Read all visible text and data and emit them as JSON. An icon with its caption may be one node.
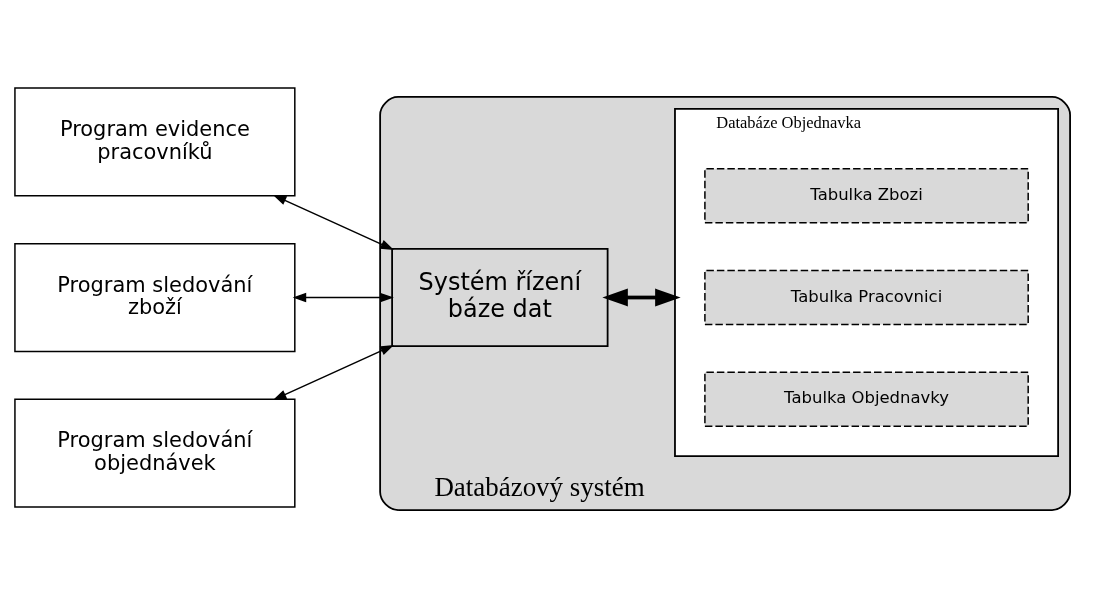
{
  "diagram": {
    "nodes": [
      {
        "text": [
          "Databázový systém"
        ]
      },
      {
        "text": [
          "Program evidence pracovníků"
        ]
      },
      {
        "text": [
          "Program sledování zboží"
        ]
      },
      {
        "text": [
          "Program sledování objednávek"
        ]
      },
      {
        "text": [
          "Systém řízení báze dat"
        ],
        "in": 0
      },
      {
        "text": [
          "Databáze Objednavka"
        ],
        "in": 0
      },
      {
        "text": [
          "Tabulka Zbozi"
        ],
        "in": 5
      },
      {
        "text": [
          "Tabulka Pracovnici"
        ],
        "in": 5
      },
      {
        "text": [
          "Tabulka Objednavky"
        ],
        "in": 5
      }
    ],
    "edges": [
      {
        "from": 1,
        "to": 4,
        "arrow": "both"
      },
      {
        "from": 2,
        "to": 4,
        "arrow": "both"
      },
      {
        "from": 3,
        "to": 4,
        "arrow": "both"
      },
      {
        "from": 4,
        "to": 5,
        "arrow": "both",
        "style": "thick"
      }
    ]
  }
}
